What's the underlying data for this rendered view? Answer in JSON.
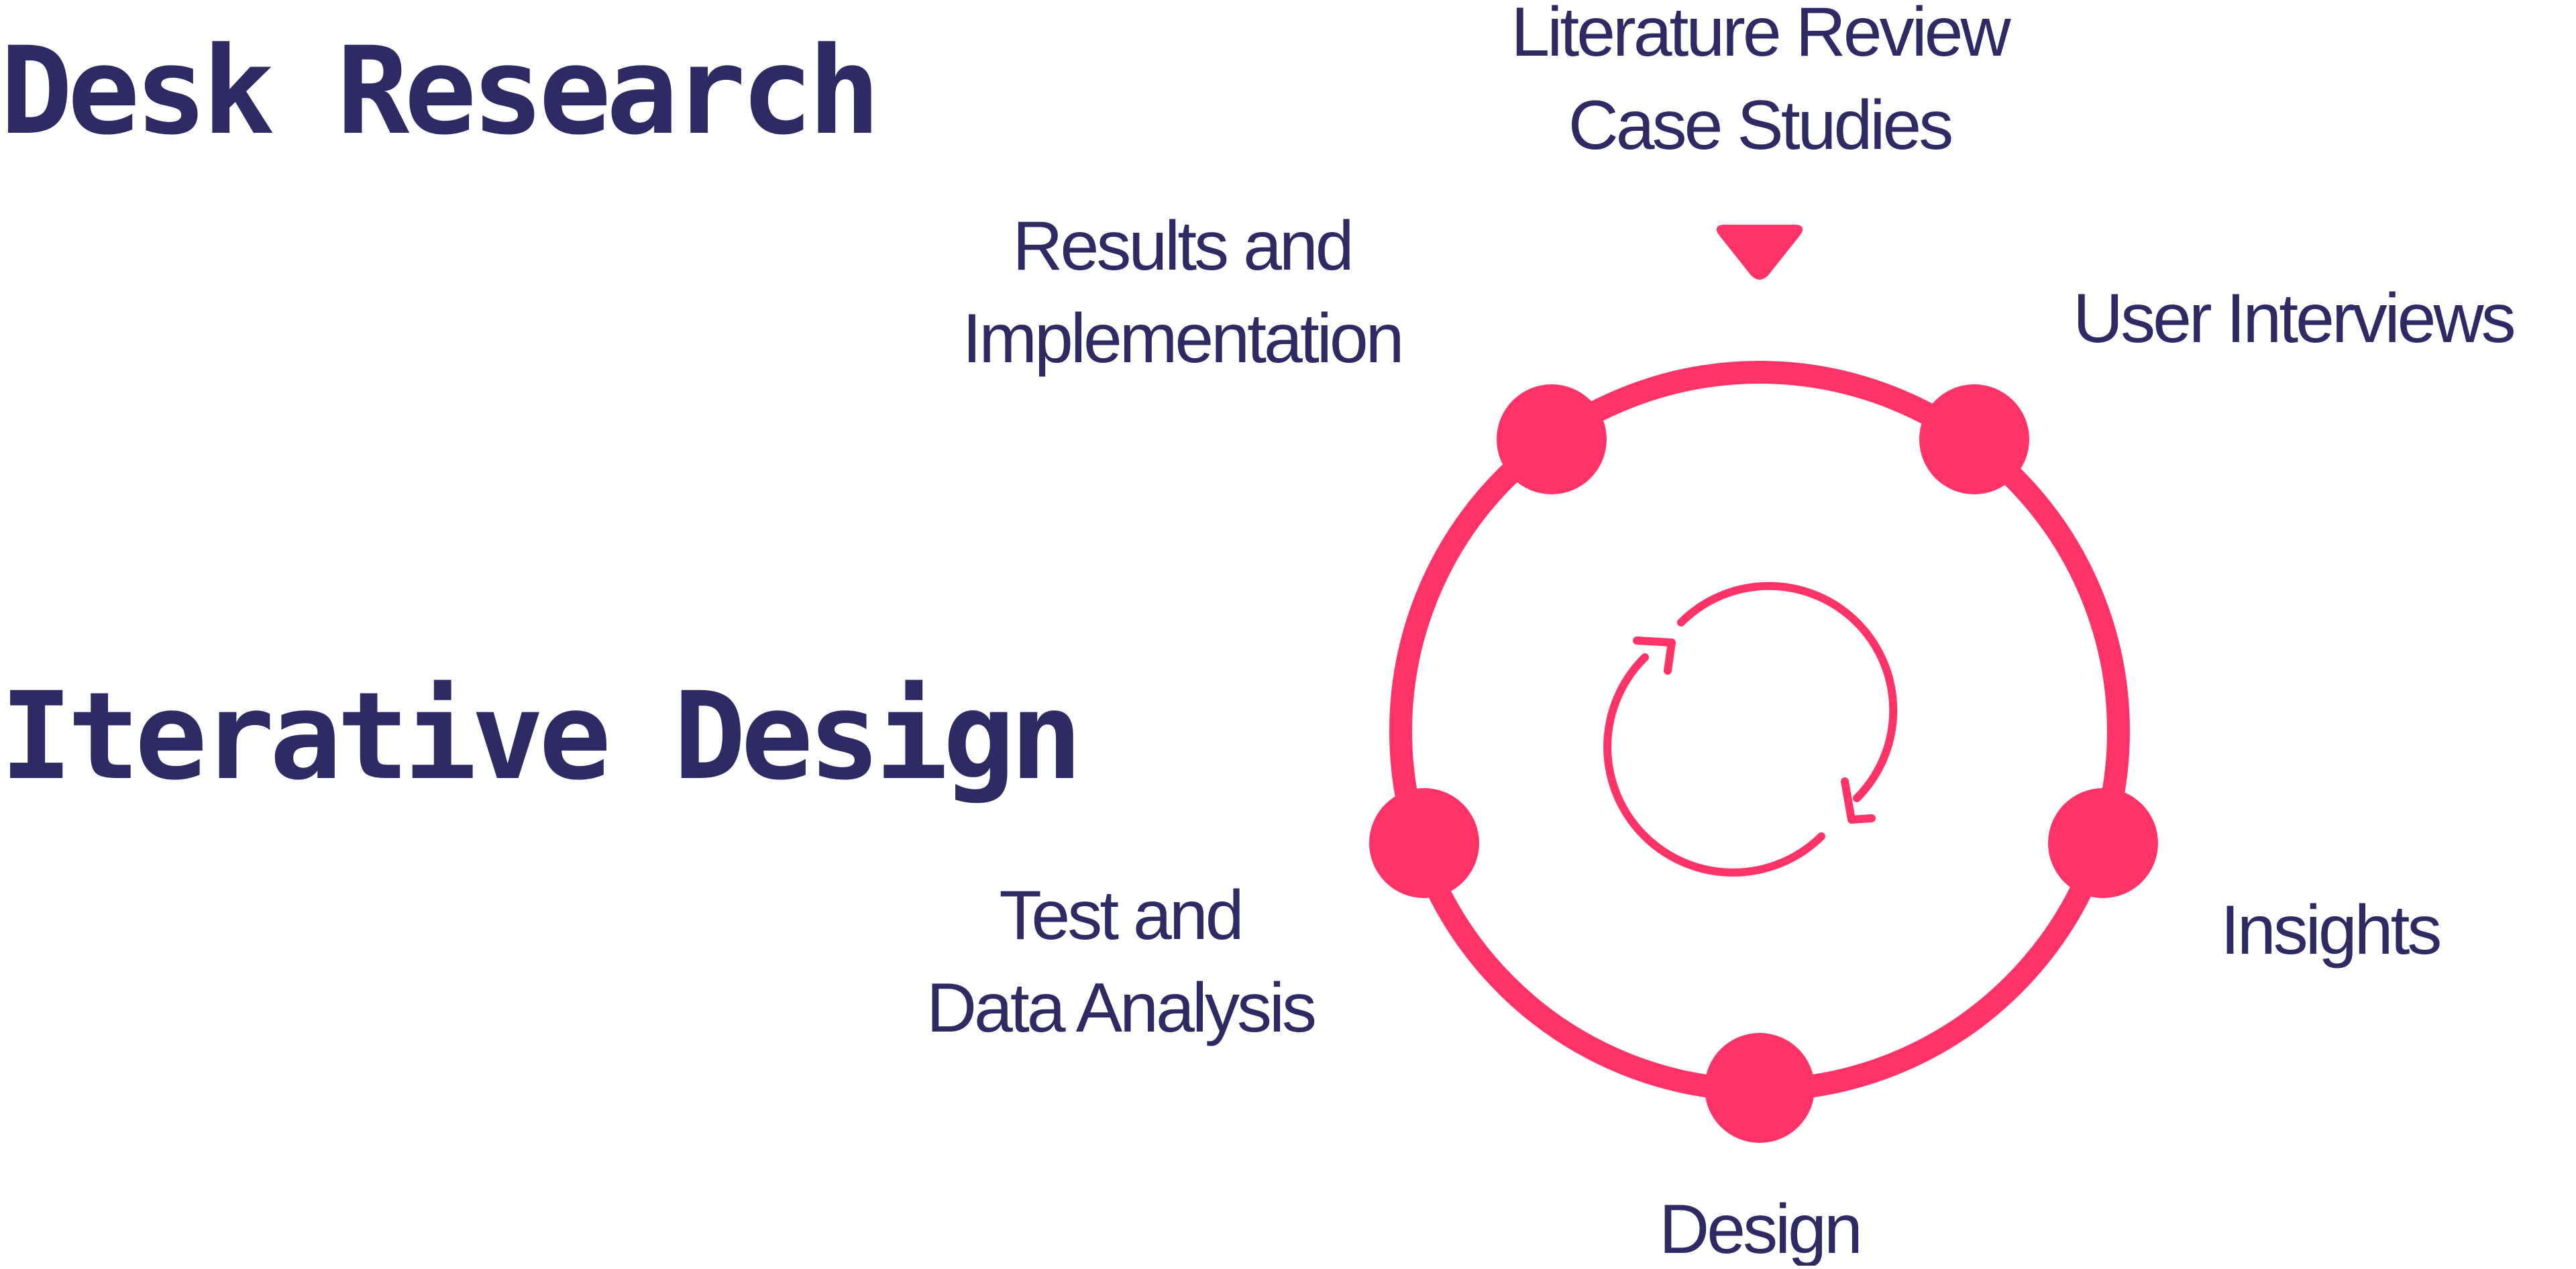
{
  "headings": {
    "desk_research": "Desk Research",
    "iterative_design": "Iterative Design"
  },
  "labels": {
    "literature_review": "Literature Review",
    "case_studies": "Case Studies",
    "user_interviews": "User Interviews",
    "insights": "Insights",
    "design": "Design",
    "test_line1": "Test and",
    "test_line2": "Data Analysis",
    "results_line1": "Results and",
    "results_line2": "Implementation"
  },
  "icons": {
    "entry_marker": "triangle-down-icon",
    "cycle": "refresh-cycle-icon"
  },
  "colors": {
    "accent": "#ff3366",
    "text": "#2e2a63",
    "background": "#ffffff"
  }
}
